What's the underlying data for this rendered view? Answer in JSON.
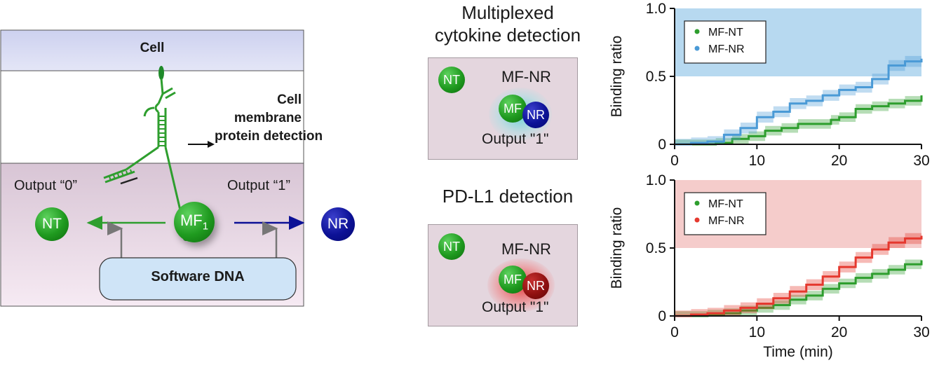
{
  "left_panel": {
    "cell_label": "Cell",
    "membrane_label_line1": "Cell membrane",
    "membrane_label_line2": "protein detection",
    "output0_label": "Output “0”",
    "output1_label": "Output “1”",
    "nt_label": "NT",
    "mf_label": "MF",
    "mf_subscript": "1",
    "nr_label": "NR",
    "software_label": "Software DNA"
  },
  "middle_panel": {
    "top_title_line1": "Multiplexed",
    "top_title_line2": "cytokine detection",
    "bottom_title": "PD-L1 detection",
    "top_box": {
      "nt": "NT",
      "pair_label": "MF-NR",
      "mf": "MF",
      "nr": "NR",
      "output": "Output \"1\""
    },
    "bottom_box": {
      "nt": "NT",
      "pair_label": "MF-NR",
      "mf": "MF",
      "nr": "NR",
      "output": "Output \"1\""
    }
  },
  "colors": {
    "green": "#2e9e2e",
    "blue": "#4a9ad6",
    "red": "#e5392f",
    "blue_band": "#b7d9f0",
    "red_band": "#f5cccb",
    "navy": "#0c1196"
  },
  "chart_data": [
    {
      "type": "line",
      "ylabel": "Binding ratio",
      "xlabel": "",
      "xlim": [
        0,
        30
      ],
      "ylim": [
        0,
        1.0
      ],
      "x_ticks": [
        "0",
        "10",
        "20",
        "30"
      ],
      "y_ticks": [
        "0",
        "0.5",
        "1.0"
      ],
      "band": {
        "y_from": 0.5,
        "y_to": 1.0
      },
      "legend_position": "top-left",
      "series": [
        {
          "name": "MF-NT",
          "color": "#2e9e2e",
          "x": [
            0,
            2,
            5,
            7,
            9,
            11,
            13,
            15,
            17,
            19,
            20,
            22,
            24,
            26,
            28,
            30
          ],
          "y": [
            0,
            0,
            0.01,
            0.04,
            0.06,
            0.1,
            0.12,
            0.15,
            0.15,
            0.18,
            0.2,
            0.26,
            0.28,
            0.3,
            0.32,
            0.36
          ],
          "err": 0.035
        },
        {
          "name": "MF-NR",
          "color": "#4a9ad6",
          "x": [
            0,
            2,
            4,
            6,
            8,
            10,
            12,
            14,
            16,
            18,
            20,
            22,
            24,
            26,
            28,
            30
          ],
          "y": [
            0,
            0.01,
            0.02,
            0.07,
            0.12,
            0.2,
            0.24,
            0.3,
            0.32,
            0.36,
            0.4,
            0.42,
            0.48,
            0.58,
            0.61,
            0.63
          ],
          "err": 0.04
        }
      ]
    },
    {
      "type": "line",
      "ylabel": "Binding ratio",
      "xlabel": "Time (min)",
      "xlim": [
        0,
        30
      ],
      "ylim": [
        0,
        1.0
      ],
      "x_ticks": [
        "0",
        "10",
        "20",
        "30"
      ],
      "y_ticks": [
        "0",
        "0.5",
        "1.0"
      ],
      "band": {
        "y_from": 0.5,
        "y_to": 1.0
      },
      "legend_position": "top-left",
      "series": [
        {
          "name": "MF-NT",
          "color": "#2e9e2e",
          "x": [
            0,
            2,
            4,
            6,
            8,
            10,
            12,
            14,
            16,
            18,
            20,
            22,
            24,
            26,
            28,
            30
          ],
          "y": [
            0,
            0,
            0.01,
            0.02,
            0.04,
            0.06,
            0.08,
            0.12,
            0.15,
            0.2,
            0.24,
            0.28,
            0.31,
            0.34,
            0.38,
            0.41
          ],
          "err": 0.035
        },
        {
          "name": "MF-NR",
          "color": "#e5392f",
          "x": [
            0,
            2,
            4,
            6,
            8,
            10,
            12,
            14,
            16,
            18,
            20,
            22,
            24,
            26,
            28,
            30
          ],
          "y": [
            0,
            0.01,
            0.02,
            0.04,
            0.06,
            0.09,
            0.13,
            0.18,
            0.23,
            0.29,
            0.36,
            0.43,
            0.49,
            0.54,
            0.57,
            0.59
          ],
          "err": 0.04
        }
      ]
    }
  ]
}
